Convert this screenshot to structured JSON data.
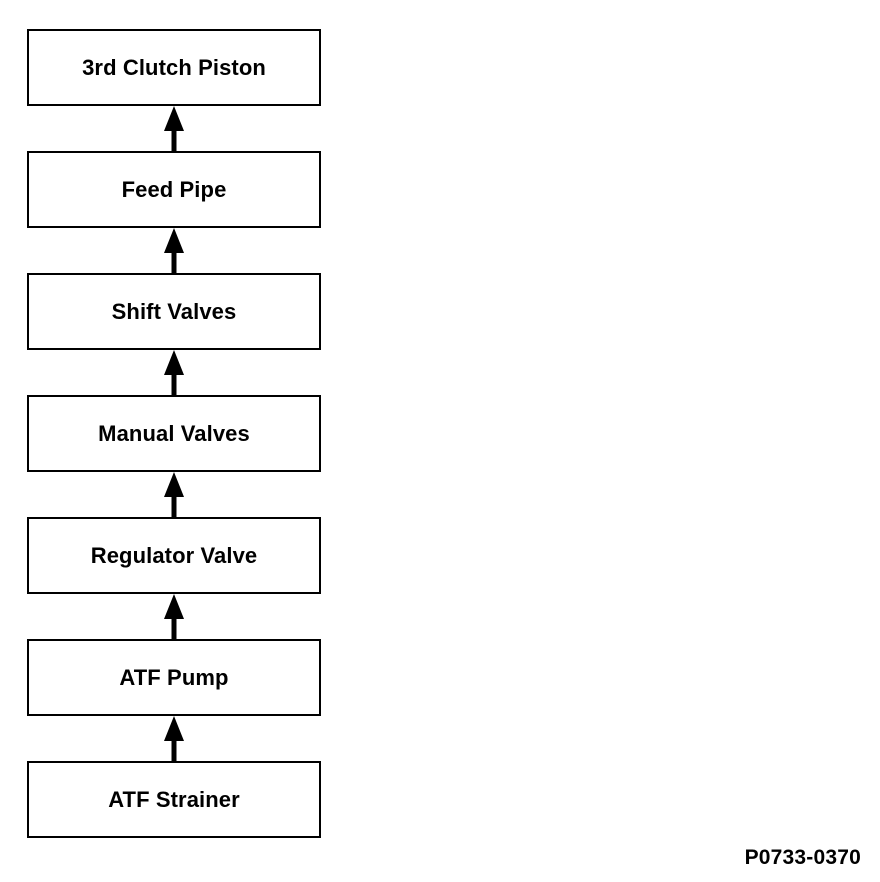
{
  "diagram": {
    "type": "vertical-flowchart",
    "title": "",
    "flow_direction": "bottom-to-top",
    "nodes": [
      {
        "id": "third-clutch-piston",
        "label": "3rd Clutch Piston"
      },
      {
        "id": "feed-pipe",
        "label": "Feed Pipe"
      },
      {
        "id": "shift-valves",
        "label": "Shift Valves"
      },
      {
        "id": "manual-valves",
        "label": "Manual Valves"
      },
      {
        "id": "regulator-valve",
        "label": "Regulator Valve"
      },
      {
        "id": "atf-pump",
        "label": "ATF Pump"
      },
      {
        "id": "atf-strainer",
        "label": "ATF Strainer"
      }
    ],
    "connectors": [
      {
        "from": "feed-pipe",
        "to": "third-clutch-piston",
        "arrow": "up-arrow-icon"
      },
      {
        "from": "shift-valves",
        "to": "feed-pipe",
        "arrow": "up-arrow-icon"
      },
      {
        "from": "manual-valves",
        "to": "shift-valves",
        "arrow": "up-arrow-icon"
      },
      {
        "from": "regulator-valve",
        "to": "manual-valves",
        "arrow": "up-arrow-icon"
      },
      {
        "from": "atf-pump",
        "to": "regulator-valve",
        "arrow": "up-arrow-icon"
      },
      {
        "from": "atf-strainer",
        "to": "atf-pump",
        "arrow": "up-arrow-icon"
      }
    ],
    "colors": {
      "background": "#ffffff",
      "stroke": "#000000",
      "text": "#000000",
      "node_fill": "#ffffff"
    }
  },
  "footer": {
    "reference_code": "P0733-0370"
  }
}
